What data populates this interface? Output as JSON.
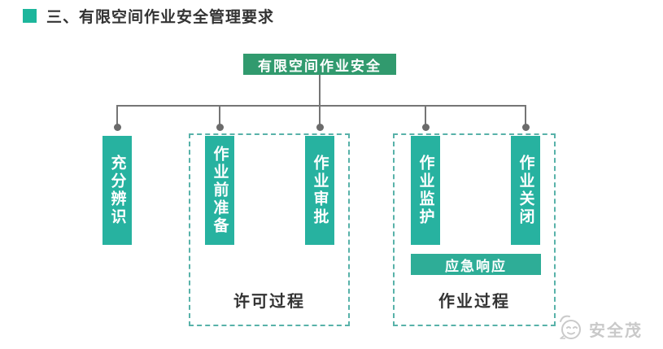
{
  "header": {
    "title": "三、有限空间作业安全管理要求"
  },
  "diagram": {
    "root": {
      "label": "有限空间作业安全"
    },
    "columns": [
      {
        "label": "充分辨识"
      },
      {
        "label": "作业前准备"
      },
      {
        "label": "作业审批"
      },
      {
        "label": "作业监护"
      },
      {
        "label": "作业关闭"
      }
    ],
    "emergency": {
      "label": "应急响应"
    },
    "groups": [
      {
        "label": "许可过程"
      },
      {
        "label": "作业过程"
      }
    ]
  },
  "watermark": {
    "brand": "安全茂",
    "icon": "mascot-face-icon"
  },
  "colors": {
    "root_box": "#319a6e",
    "column_box": "#27b2a0",
    "emergency_bar": "#2ead97",
    "dashed_border": "#58b2a9",
    "connector_line": "#757575",
    "title_bullet": "#1db69c",
    "title_text": "#333333",
    "group_label_text": "#333333",
    "watermark_gray": "#c9c9c9"
  }
}
